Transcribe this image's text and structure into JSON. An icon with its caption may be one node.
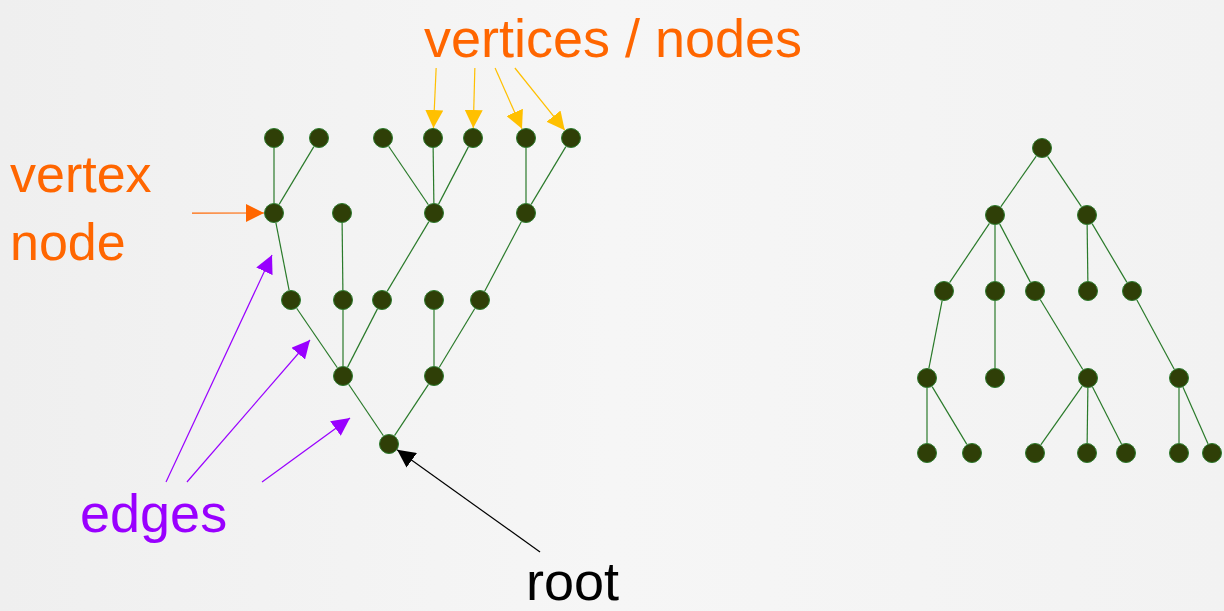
{
  "diagram": {
    "nodes": [
      {
        "text": [
          "vertices / nodes"
        ]
      },
      {
        "text": [
          "vertex node"
        ]
      },
      {
        "text": [],
        "shape": "circle"
      },
      {
        "text": [],
        "shape": "circle"
      },
      {
        "text": [],
        "shape": "circle"
      },
      {
        "text": [],
        "shape": "circle"
      },
      {
        "text": [],
        "shape": "circle"
      },
      {
        "text": [],
        "shape": "circle"
      },
      {
        "text": [],
        "shape": "circle"
      },
      {
        "text": [],
        "shape": "circle"
      },
      {
        "text": [],
        "shape": "circle"
      },
      {
        "text": [],
        "shape": "circle"
      },
      {
        "text": [],
        "shape": "circle"
      },
      {
        "text": [],
        "shape": "circle"
      },
      {
        "text": [],
        "shape": "circle"
      },
      {
        "text": [],
        "shape": "circle"
      },
      {
        "text": [],
        "shape": "circle"
      },
      {
        "text": [],
        "shape": "circle"
      },
      {
        "text": [],
        "shape": "circle"
      },
      {
        "text": [],
        "shape": "circle"
      },
      {
        "text": [],
        "shape": "circle"
      },
      {
        "text": [],
        "shape": "circle"
      },
      {
        "text": [],
        "shape": "circle"
      },
      {
        "text": [],
        "shape": "circle"
      },
      {
        "text": [],
        "shape": "circle"
      },
      {
        "text": [],
        "shape": "circle"
      },
      {
        "text": [],
        "shape": "circle"
      },
      {
        "text": [],
        "shape": "circle"
      },
      {
        "text": [],
        "shape": "circle"
      },
      {
        "text": [],
        "shape": "circle"
      },
      {
        "text": [],
        "shape": "circle"
      },
      {
        "text": [],
        "shape": "circle"
      },
      {
        "text": [],
        "shape": "circle"
      },
      {
        "text": [],
        "shape": "circle"
      },
      {
        "text": [],
        "shape": "circle"
      },
      {
        "text": [],
        "shape": "circle"
      },
      {
        "text": [],
        "shape": "circle"
      },
      {
        "text": [],
        "shape": "circle"
      },
      {
        "text": [],
        "shape": "circle"
      },
      {
        "text": [],
        "shape": "circle"
      },
      {
        "text": [
          "edges"
        ]
      },
      {
        "text": [
          "root"
        ]
      }
    ],
    "edges": [
      {
        "from": 9,
        "to": 2,
        "arrow": "none"
      },
      {
        "from": 9,
        "to": 3,
        "arrow": "none"
      },
      {
        "from": 11,
        "to": 4,
        "arrow": "none"
      },
      {
        "from": 11,
        "to": 5,
        "arrow": "none"
      },
      {
        "from": 11,
        "to": 6,
        "arrow": "none"
      },
      {
        "from": 12,
        "to": 7,
        "arrow": "none"
      },
      {
        "from": 12,
        "to": 8,
        "arrow": "none"
      },
      {
        "from": 13,
        "to": 9,
        "arrow": "none"
      },
      {
        "from": 14,
        "to": 10,
        "arrow": "none"
      },
      {
        "from": 15,
        "to": 11,
        "arrow": "none"
      },
      {
        "from": 17,
        "to": 12,
        "arrow": "none"
      },
      {
        "from": 18,
        "to": 13,
        "arrow": "none"
      },
      {
        "from": 18,
        "to": 14,
        "arrow": "none"
      },
      {
        "from": 18,
        "to": 15,
        "arrow": "none"
      },
      {
        "from": 19,
        "to": 16,
        "arrow": "none"
      },
      {
        "from": 19,
        "to": 17,
        "arrow": "none"
      },
      {
        "from": 20,
        "to": 18,
        "arrow": "none"
      },
      {
        "from": 20,
        "to": 19,
        "arrow": "none"
      },
      {
        "from": 21,
        "to": 22,
        "arrow": "none"
      },
      {
        "from": 21,
        "to": 23,
        "arrow": "none"
      },
      {
        "from": 22,
        "to": 24,
        "arrow": "none"
      },
      {
        "from": 22,
        "to": 25,
        "arrow": "none"
      },
      {
        "from": 22,
        "to": 26,
        "arrow": "none"
      },
      {
        "from": 23,
        "to": 27,
        "arrow": "none"
      },
      {
        "from": 23,
        "to": 28,
        "arrow": "none"
      },
      {
        "from": 24,
        "to": 29,
        "arrow": "none"
      },
      {
        "from": 25,
        "to": 30,
        "arrow": "none"
      },
      {
        "from": 26,
        "to": 31,
        "arrow": "none"
      },
      {
        "from": 28,
        "to": 32,
        "arrow": "none"
      },
      {
        "from": 29,
        "to": 33,
        "arrow": "none"
      },
      {
        "from": 29,
        "to": 34,
        "arrow": "none"
      },
      {
        "from": 31,
        "to": 35,
        "arrow": "none"
      },
      {
        "from": 31,
        "to": 36,
        "arrow": "none"
      },
      {
        "from": 31,
        "to": 37,
        "arrow": "none"
      },
      {
        "from": 32,
        "to": 38,
        "arrow": "none"
      },
      {
        "from": 32,
        "to": 39,
        "arrow": "none"
      },
      {
        "from": 0,
        "to": 5,
        "arrow": "to",
        "color": "#ffc000"
      },
      {
        "from": 0,
        "to": 6,
        "arrow": "to",
        "color": "#ffc000"
      },
      {
        "from": 0,
        "to": 7,
        "arrow": "to",
        "color": "#ffc000"
      },
      {
        "from": 0,
        "to": 8,
        "arrow": "to",
        "color": "#ffc000"
      },
      {
        "from": 1,
        "to": 9,
        "arrow": "to",
        "color": "#ff6600"
      },
      {
        "from": 40,
        "to": null,
        "arrow": "to",
        "color": "#9900ff"
      },
      {
        "from": 40,
        "to": null,
        "arrow": "to",
        "color": "#9900ff"
      },
      {
        "from": 40,
        "to": null,
        "arrow": "to",
        "color": "#9900ff"
      },
      {
        "from": 41,
        "to": 20,
        "arrow": "to",
        "color": "#000000"
      }
    ]
  }
}
